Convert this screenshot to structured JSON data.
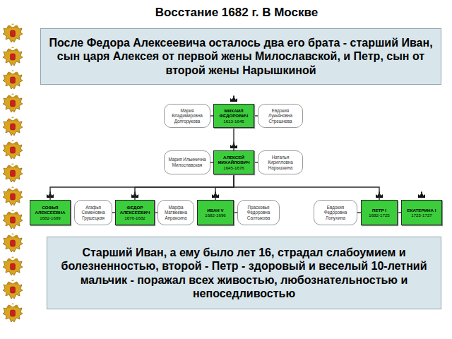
{
  "diagram": {
    "title": "Восстание 1682 г. В Москве",
    "nodes": [
      {
        "text": [
          "После Федора Алексеевича осталось два его брата - старший Иван, сын царя Алексея от первой жены Милославской, и Петр, сын от второй жены Нарышкиной"
        ]
      },
      {
        "text": [
          "Мария Владимировна Долгорукова"
        ]
      },
      {
        "text": [
          "МИХАИЛ ФЕДОРОВИЧ",
          "1613-1645"
        ]
      },
      {
        "text": [
          "Евдокия Лукьяновна Стрешнева"
        ]
      },
      {
        "text": [
          "Мария Ильинична Милославская"
        ]
      },
      {
        "text": [
          "АЛЕКСЕЙ МИХАЙЛОВИЧ",
          "1645-1676"
        ]
      },
      {
        "text": [
          "Наталья Кирилловна Нарышкина"
        ]
      },
      {
        "text": [
          "СОФЬЯ АЛЕКСЕЕВНА",
          "1682-1689"
        ]
      },
      {
        "text": [
          "Агафья Семеновна Грушецкая"
        ]
      },
      {
        "text": [
          "ФЕДОР АЛЕКСЕЕВИЧ",
          "1676-1682"
        ]
      },
      {
        "text": [
          "Марфа Матвеевна Апраксина"
        ]
      },
      {
        "text": [
          "ИВАН V",
          "1682-1696"
        ]
      },
      {
        "text": [
          "Прасковья Федоровна Салтыкова"
        ]
      },
      {
        "text": [
          "Евдокия Федоровна Лопухина"
        ]
      },
      {
        "text": [
          "ПЕТР I",
          "1682-1725"
        ]
      },
      {
        "text": [
          "ЕКАТЕРИНА I",
          "1725-1727"
        ]
      },
      {
        "text": [
          "Старший Иван, а ему было лет 16, страдал слабоумием и болезненностью, второй - Петр - здоровый и веселый 10-летний мальчик - поражал всех живостью, любознательностью и непоседливостью"
        ]
      }
    ],
    "edges": [
      {
        "from": 1,
        "to": 2,
        "arrow": "none"
      },
      {
        "from": 2,
        "to": 3,
        "arrow": "none"
      },
      {
        "from": 2,
        "to": 5,
        "arrow": "none"
      },
      {
        "from": 4,
        "to": 5,
        "arrow": "none"
      },
      {
        "from": 5,
        "to": 6,
        "arrow": "none"
      },
      {
        "from": 5,
        "to": 7,
        "arrow": "none"
      },
      {
        "from": 5,
        "to": 9,
        "arrow": "none"
      },
      {
        "from": 5,
        "to": 11,
        "arrow": "none"
      },
      {
        "from": 5,
        "to": 14,
        "arrow": "none"
      },
      {
        "from": 8,
        "to": 9,
        "arrow": "none"
      },
      {
        "from": 9,
        "to": 10,
        "arrow": "none"
      },
      {
        "from": 11,
        "to": 12,
        "arrow": "none"
      },
      {
        "from": 13,
        "to": 14,
        "arrow": "none"
      },
      {
        "from": 14,
        "to": 15,
        "arrow": "none"
      }
    ]
  }
}
